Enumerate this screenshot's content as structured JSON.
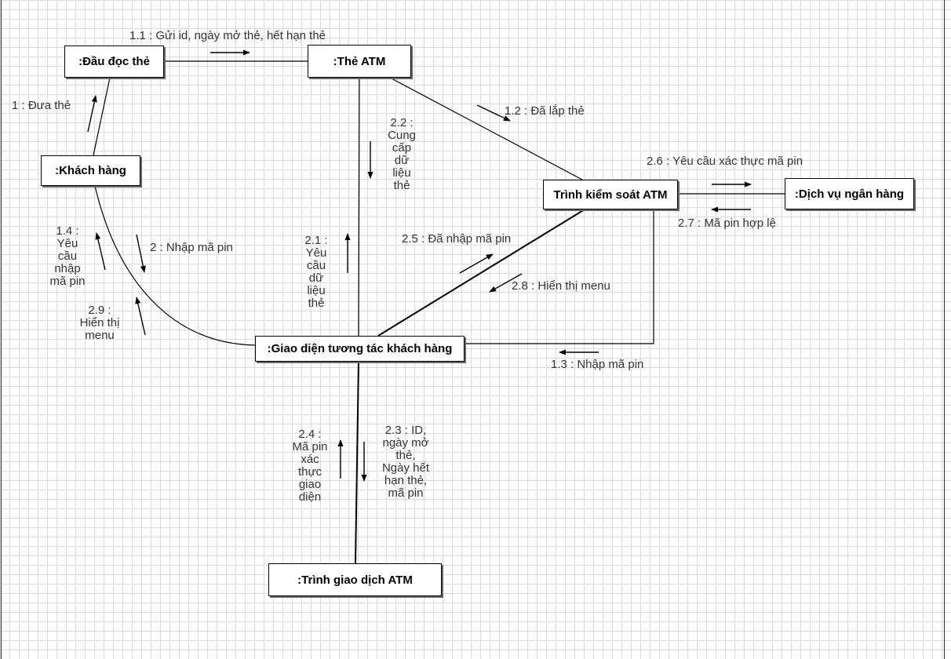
{
  "objects": {
    "card_reader": ":Đầu đọc thẻ",
    "atm_card": ":Thẻ ATM",
    "customer": ":Khách hàng",
    "atm_controller": "Trình kiểm soát ATM",
    "bank_service": ":Dịch vụ ngân hàng",
    "customer_ui": ":Giao diện tương tác khách hàng",
    "atm_transaction": ":Trình giao dịch ATM"
  },
  "messages": {
    "m1": "1 : Đưa thẻ",
    "m1_1": "1.1 : Gửi id, ngày mở thẻ, hết hạn thẻ",
    "m1_2": "1.2 : Đã lắp thẻ",
    "m1_3": "1.3 : Nhập mã pin",
    "m1_4": [
      "1.4 :",
      "Yêu",
      "cầu",
      "nhập",
      "mã pin"
    ],
    "m2": "2 : Nhập mã pin",
    "m2_1": [
      "2.1 :",
      "Yêu",
      "cầu",
      "dữ",
      "liệu",
      "thẻ"
    ],
    "m2_2": [
      "2.2 :",
      "Cung",
      "cấp",
      "dữ",
      "liệu",
      "thẻ"
    ],
    "m2_3": [
      "2.3 : ID,",
      "ngày mở",
      "thẻ,",
      "Ngày hết",
      "hạn thẻ,",
      "mã pin"
    ],
    "m2_4": [
      "2.4 :",
      "Mã pin",
      "xác",
      "thực",
      "giao",
      "diện"
    ],
    "m2_5": "2.5 : Đã nhập mã pin",
    "m2_6": "2.6 : Yêu cầu xác thực mã pin",
    "m2_7": "2.7 : Mã pin hợp lệ",
    "m2_8": "2.8 : Hiển thị menu",
    "m2_9": [
      "2.9 :",
      "Hiển thị",
      "menu"
    ]
  }
}
